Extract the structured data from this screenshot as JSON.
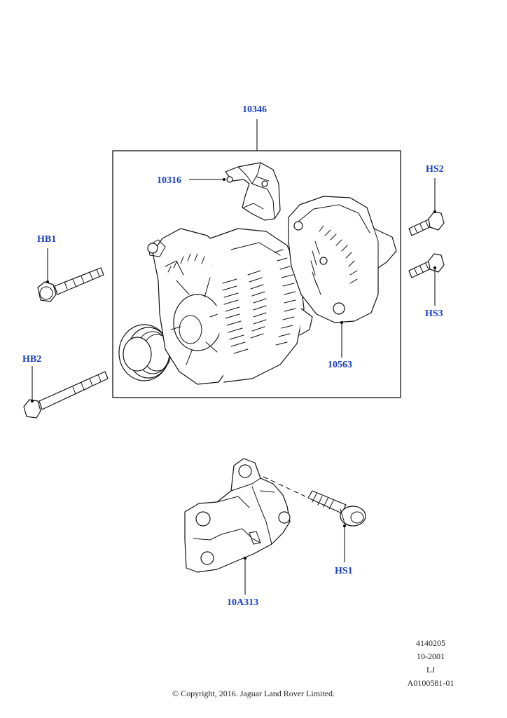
{
  "callouts": {
    "assembly": "10346",
    "regulator": "10316",
    "hb1": "HB1",
    "hb2": "HB2",
    "hs2": "HS2",
    "hs3": "HS3",
    "rear_cover": "10563",
    "hs1": "HS1",
    "bracket": "10A313"
  },
  "meta": {
    "line1": "4140205",
    "line2": "10-2001",
    "line3": "LJ",
    "line4": "A0100581-01"
  },
  "copyright": "© Copyright, 2016. Jaguar Land Rover Limited."
}
